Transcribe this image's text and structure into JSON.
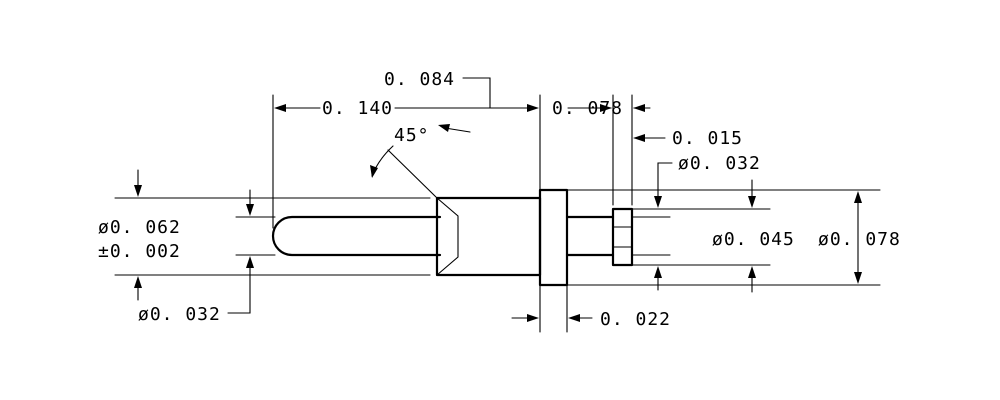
{
  "dimensions": {
    "overall_length": "0. 140",
    "chamfer_offset": "0. 084",
    "chamfer_angle": "45°",
    "shoulder_to_end": "0. 078",
    "groove_width": "0. 015",
    "groove_diameter": "ø0. 032",
    "pin_diameter": "ø0. 062",
    "pin_tolerance": "±0. 002",
    "tip_diameter": "ø0. 032",
    "body_diameter": "ø0. 045",
    "flange_diameter": "ø0. 078",
    "flange_thickness": "0. 022"
  }
}
